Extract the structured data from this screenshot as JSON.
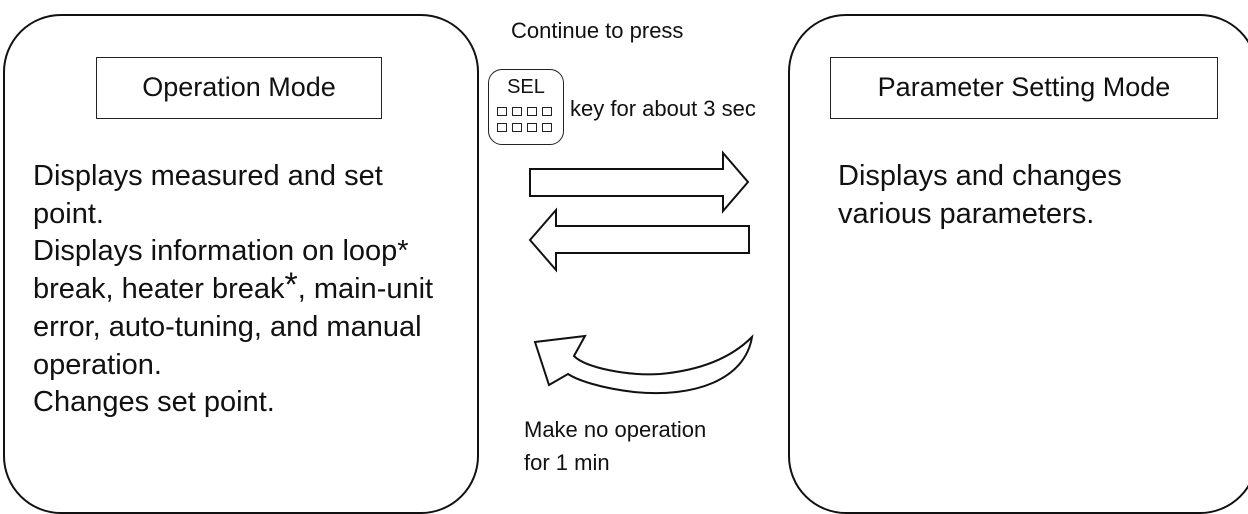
{
  "operation_mode": {
    "title": "Operation Mode",
    "lines": [
      "Displays measured and set",
      "point.",
      "Displays information on loop*",
      "break, heater break",
      ", main-unit",
      "error, auto-tuning, and manual",
      "operation.",
      "Changes set point."
    ],
    "heater_break_star": "*"
  },
  "parameter_setting_mode": {
    "title": "Parameter Setting Mode",
    "lines": [
      "Displays and changes",
      "various parameters."
    ]
  },
  "transition_to_parameter": {
    "line1": "Continue to press",
    "key_label": "SEL",
    "line2": "key for about 3 sec"
  },
  "transition_to_operation": {
    "line1": "Make no operation",
    "line2": "for 1 min"
  }
}
